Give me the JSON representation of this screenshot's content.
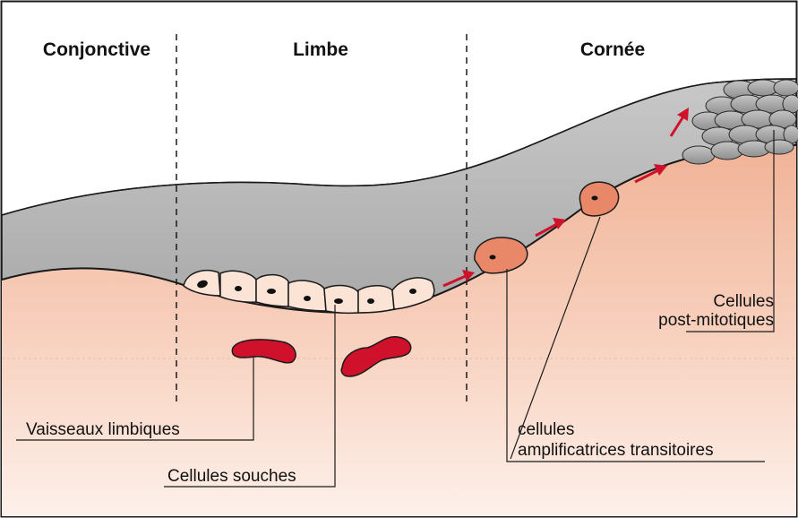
{
  "regions": {
    "conjunctiva": "Conjonctive",
    "limbus": "Limbe",
    "cornea": "Cornée"
  },
  "labels": {
    "post_mitotic": [
      "Cellules",
      "post-mitotiques"
    ],
    "limbal_vessels": "Vaisseaux limbiques",
    "transit_amplifying": [
      "cellules",
      "amplificatrices transitoires"
    ],
    "stem_cells": "Cellules souches"
  },
  "colors": {
    "background": "#ffffff",
    "epithelium_gray": "#b9b9b9",
    "stroma_top": "#f0b59a",
    "stroma_bottom": "#fdf0ea",
    "stem_cell_fill": "#fbe3d6",
    "transit_cell_fill": "#e98869",
    "post_mitotic_cell_fill": "#a8a8a8",
    "vessel_red": "#d0112b",
    "arrow_red": "#d0112b"
  }
}
